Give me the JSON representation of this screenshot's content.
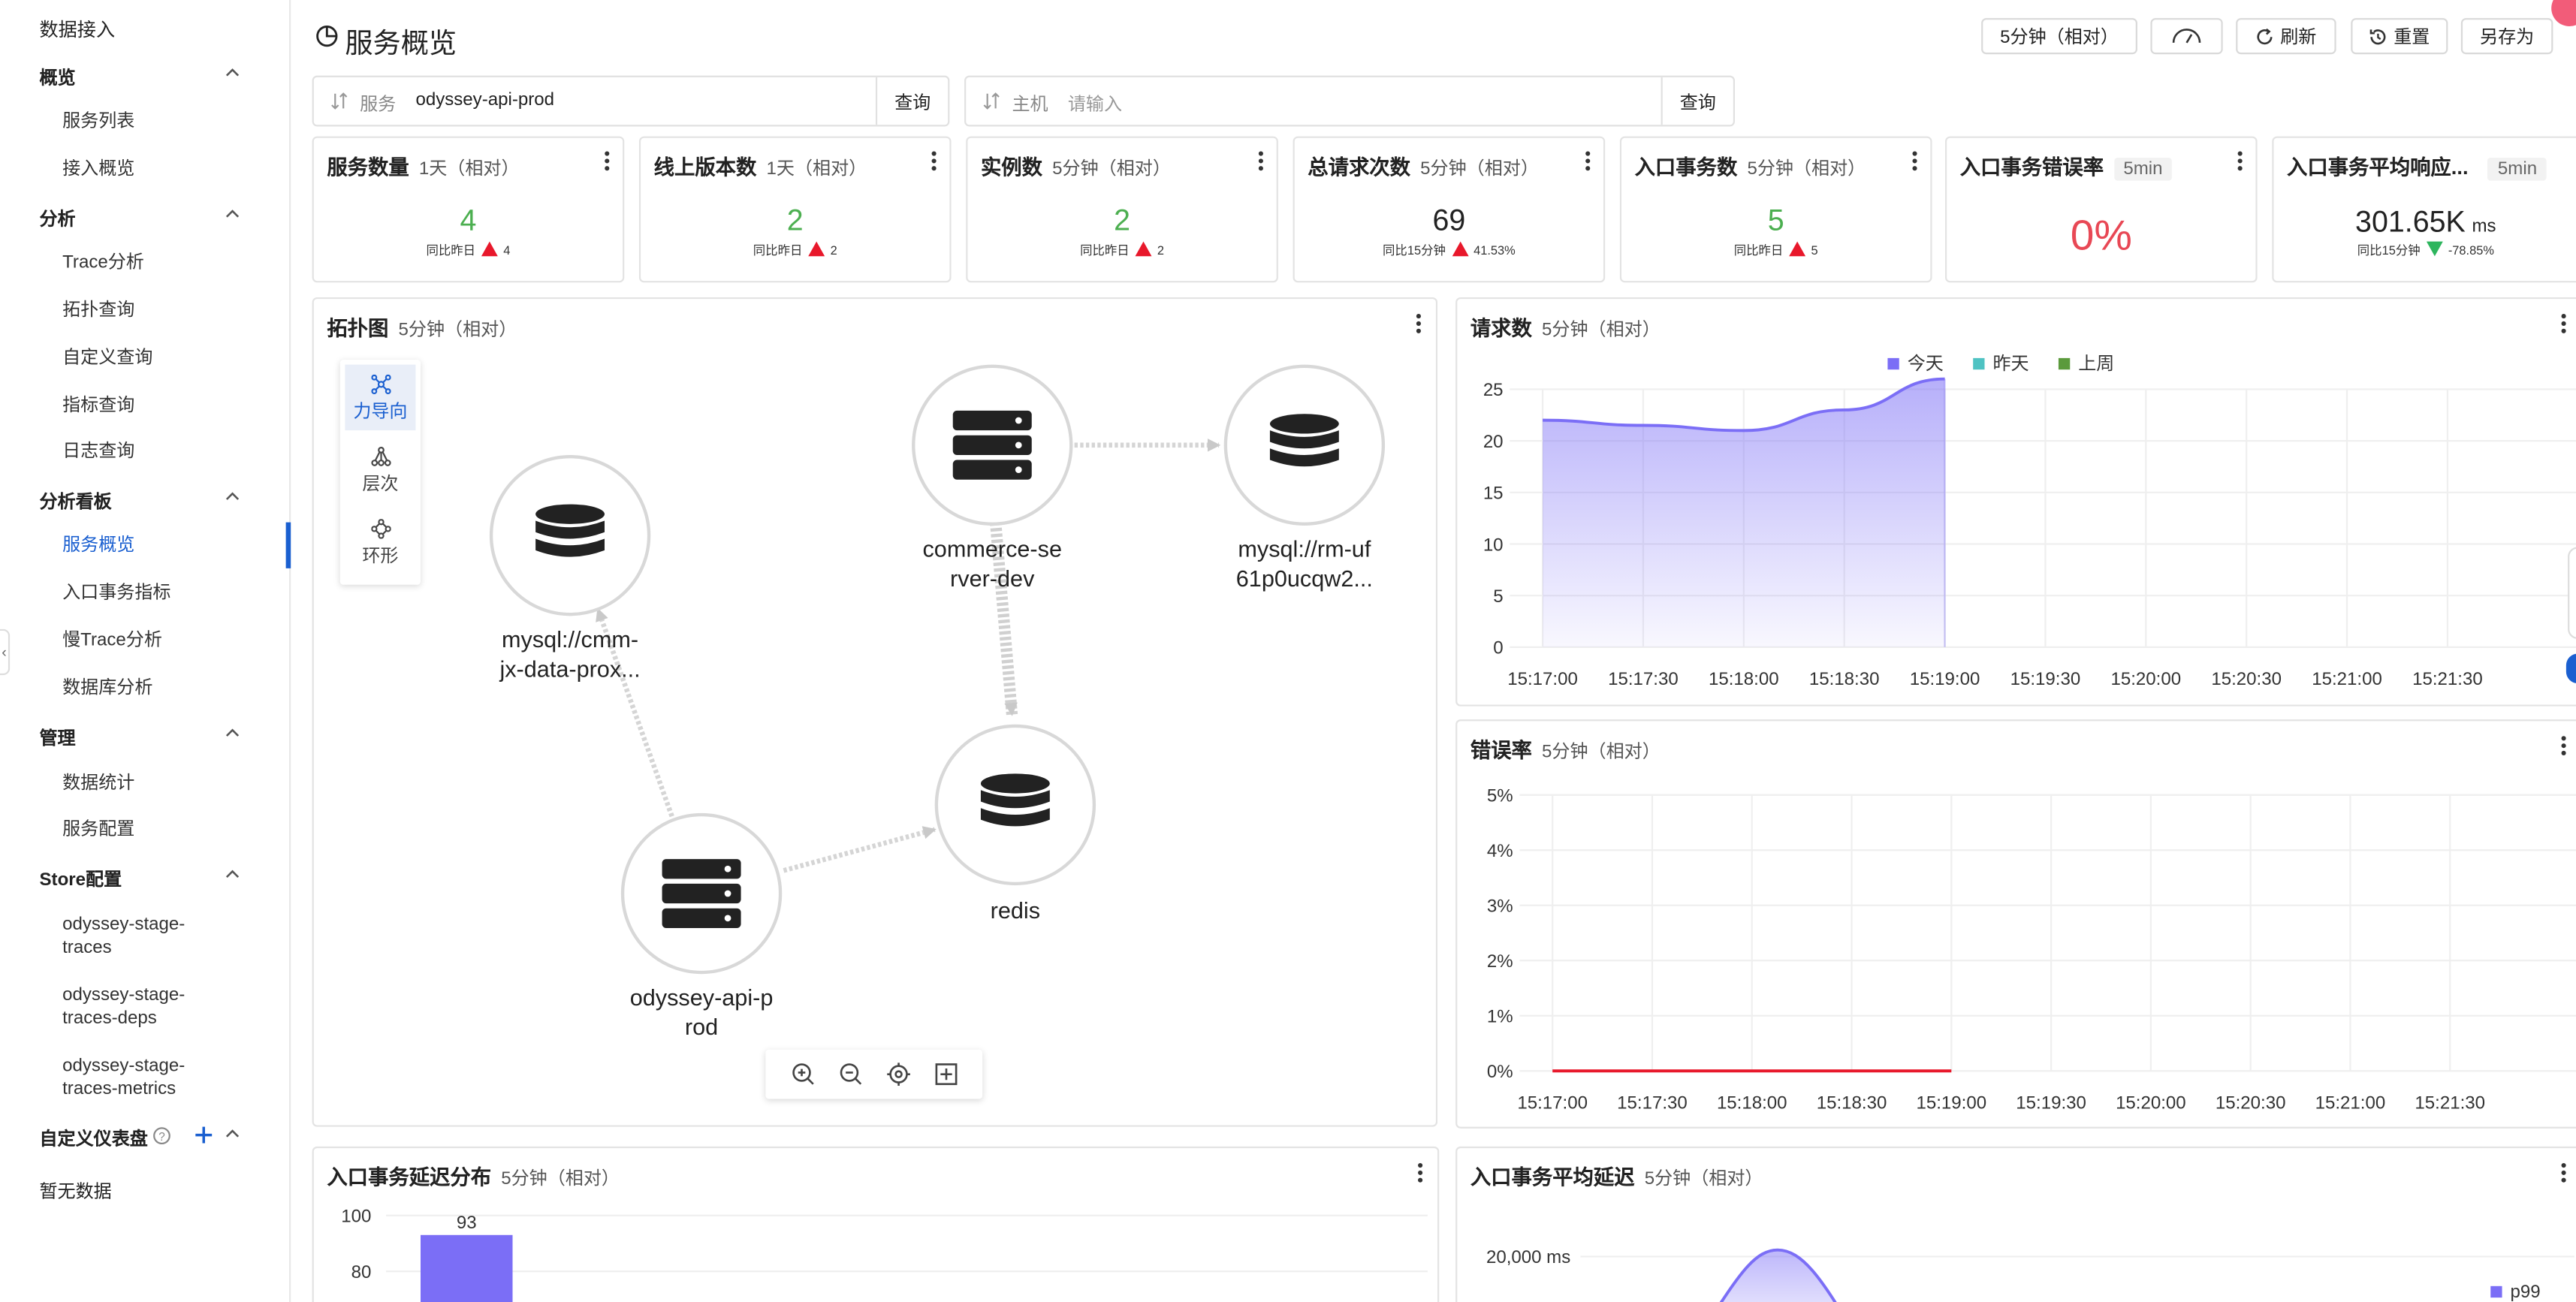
{
  "sidebar": {
    "top_item": "数据接入",
    "groups": [
      {
        "label": "概览",
        "items": [
          "服务列表",
          "接入概览"
        ]
      },
      {
        "label": "分析",
        "items": [
          "Trace分析",
          "拓扑查询",
          "自定义查询",
          "指标查询",
          "日志查询"
        ]
      },
      {
        "label": "分析看板",
        "items": [
          "服务概览",
          "入口事务指标",
          "慢Trace分析",
          "数据库分析"
        ]
      },
      {
        "label": "管理",
        "items": [
          "数据统计",
          "服务配置"
        ]
      },
      {
        "label": "Store配置",
        "items": [
          "odyssey-stage-\ntraces",
          "odyssey-stage-\ntraces-deps",
          "odyssey-stage-\ntraces-metrics"
        ]
      }
    ],
    "active_item": "服务概览",
    "custom_dashboard": {
      "label": "自定义仪表盘",
      "empty": "暂无数据"
    }
  },
  "header": {
    "title": "服务概览",
    "time_button": "5分钟（相对）",
    "refresh": "刷新",
    "reset": "重置",
    "save_as": "另存为"
  },
  "filters": {
    "service": {
      "label": "服务",
      "value": "odyssey-api-prod",
      "button": "查询"
    },
    "host": {
      "label": "主机",
      "placeholder": "请输入",
      "button": "查询"
    }
  },
  "metrics": [
    {
      "title": "服务数量",
      "period": "1天（相对）",
      "value": "4",
      "compare_label": "同比昨日",
      "delta": "4",
      "trend": "up"
    },
    {
      "title": "线上版本数",
      "period": "1天（相对）",
      "value": "2",
      "compare_label": "同比昨日",
      "delta": "2",
      "trend": "up"
    },
    {
      "title": "实例数",
      "period": "5分钟（相对）",
      "value": "2",
      "compare_label": "同比昨日",
      "delta": "2",
      "trend": "up"
    },
    {
      "title": "总请求次数",
      "period": "5分钟（相对）",
      "value": "69",
      "compare_label": "同比15分钟",
      "delta": "41.53%",
      "trend": "up"
    },
    {
      "title": "入口事务数",
      "period": "5分钟（相对）",
      "value": "5",
      "compare_label": "同比昨日",
      "delta": "5",
      "trend": "up"
    },
    {
      "title": "入口事务错误率",
      "period": "5min",
      "value": "0%"
    },
    {
      "title": "入口事务平均响应...",
      "period": "5min",
      "value": "301.65K",
      "unit": "ms",
      "compare_label": "同比15分钟",
      "delta": "-78.85%",
      "trend": "down"
    }
  ],
  "topology": {
    "title": "拓扑图",
    "period": "5分钟（相对）",
    "layouts": [
      "力导向",
      "层次",
      "环形"
    ],
    "selected_layout": "力导向",
    "nodes": [
      {
        "id": "mysql-cmm",
        "label": "mysql://cmm-\njx-data-prox...",
        "kind": "database-icon"
      },
      {
        "id": "commerce",
        "label": "commerce-se\nrver-dev",
        "kind": "server-icon"
      },
      {
        "id": "mysql-rm",
        "label": "mysql://rm-uf\n61p0ucqw2...",
        "kind": "database-icon"
      },
      {
        "id": "redis",
        "label": "redis",
        "kind": "database-icon"
      },
      {
        "id": "odyssey",
        "label": "odyssey-api-p\nrod",
        "kind": "server-icon"
      }
    ],
    "edges": [
      {
        "from": "commerce",
        "to": "mysql-rm"
      },
      {
        "from": "commerce",
        "to": "redis"
      },
      {
        "from": "odyssey",
        "to": "mysql-cmm"
      },
      {
        "from": "odyssey",
        "to": "redis"
      }
    ]
  },
  "chart_data": [
    {
      "type": "area",
      "title": "请求数",
      "period": "5分钟（相对）",
      "series": [
        {
          "name": "今天",
          "color": "#7b6ef6",
          "x": [
            "15:17:00",
            "15:17:30",
            "15:18:00",
            "15:18:30",
            "15:19:00"
          ],
          "values": [
            22,
            21.5,
            21,
            23,
            26
          ]
        },
        {
          "name": "昨天",
          "color": "#4fc3c3",
          "values": []
        },
        {
          "name": "上周",
          "color": "#5b9a3c",
          "values": []
        }
      ],
      "categories": [
        "15:17:00",
        "15:17:30",
        "15:18:00",
        "15:18:30",
        "15:19:00",
        "15:19:30",
        "15:20:00",
        "15:20:30",
        "15:21:00",
        "15:21:30"
      ],
      "ylim": [
        0,
        25
      ],
      "yticks": [
        "0",
        "5",
        "10",
        "15",
        "20",
        "25"
      ]
    },
    {
      "type": "line",
      "title": "错误率",
      "period": "5分钟（相对）",
      "series": [
        {
          "color": "#e8182b",
          "x": [
            "15:17:00",
            "15:19:00"
          ],
          "values": [
            0,
            0
          ]
        }
      ],
      "categories": [
        "15:17:00",
        "15:17:30",
        "15:18:00",
        "15:18:30",
        "15:19:00",
        "15:19:30",
        "15:20:00",
        "15:20:30",
        "15:21:00",
        "15:21:30"
      ],
      "ylim": [
        0,
        5
      ],
      "yticks": [
        "0%",
        "1%",
        "2%",
        "3%",
        "4%",
        "5%"
      ]
    },
    {
      "type": "bar",
      "title": "入口事务延迟分布",
      "period": "5分钟（相对）",
      "values": [
        93
      ],
      "data_labels": [
        "93"
      ],
      "yticks": [
        "80",
        "100"
      ],
      "ylim": [
        80,
        100
      ]
    },
    {
      "type": "area",
      "title": "入口事务平均延迟",
      "period": "5分钟（相对）",
      "series": [
        {
          "name": "p99",
          "color": "#7b6ef6"
        }
      ],
      "yticks": [
        "20,000 ms"
      ]
    }
  ]
}
